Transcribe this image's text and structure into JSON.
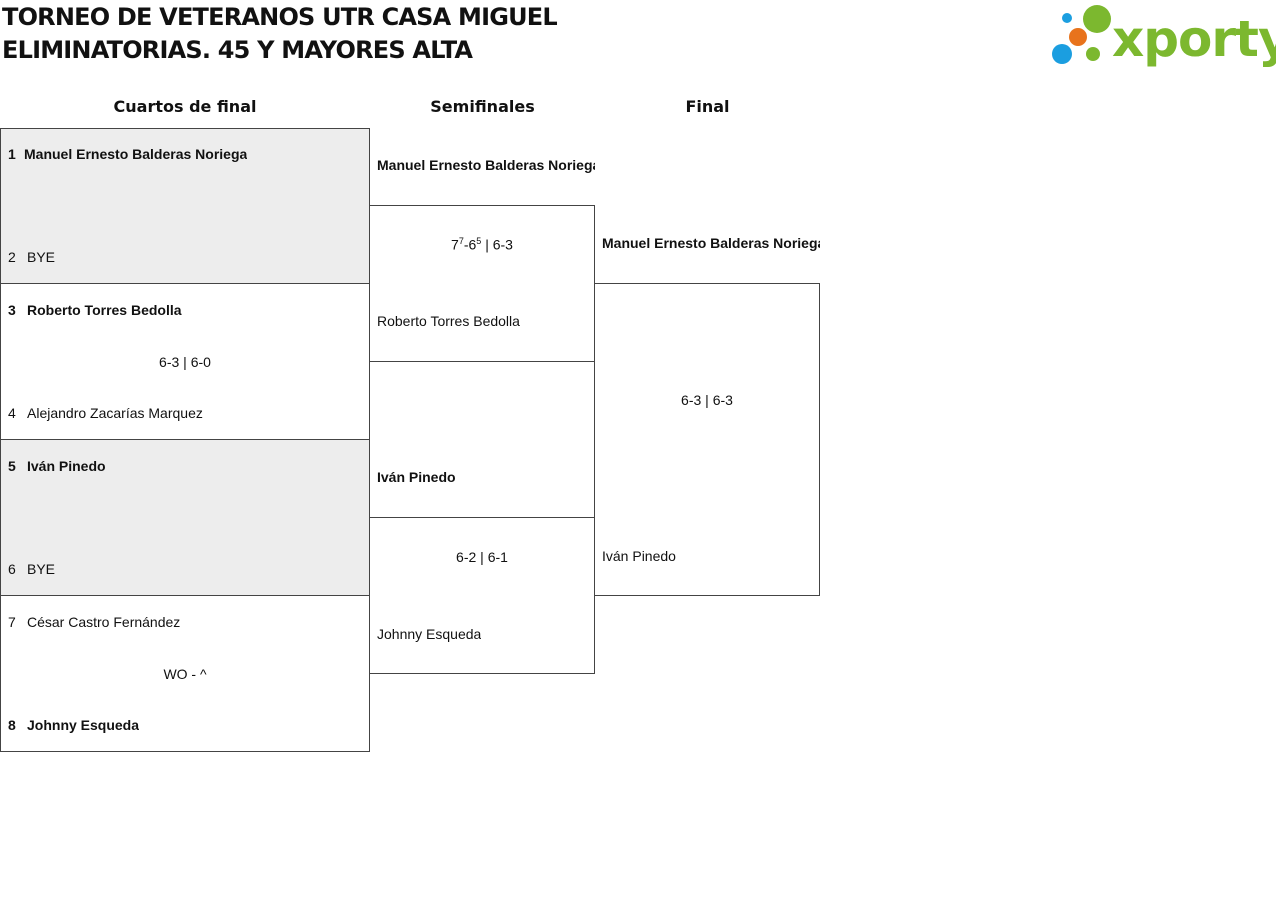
{
  "header": {
    "title_line1": "TORNEO DE VETERANOS UTR CASA MIGUEL",
    "title_line2": "ELIMINATORIAS. 45 Y MAYORES ALTA",
    "logo_text": "xporty"
  },
  "rounds": {
    "quarterfinals": "Cuartos de final",
    "semifinals": "Semifinales",
    "final": "Final"
  },
  "quarterfinals": [
    {
      "p1": {
        "seed": "1",
        "name": "Manuel Ernesto Balderas Noriega"
      },
      "p2": {
        "seed": "2",
        "name": "BYE"
      },
      "score": ""
    },
    {
      "p1": {
        "seed": "3",
        "name": "Roberto Torres Bedolla"
      },
      "p2": {
        "seed": "4",
        "name": "Alejandro Zacarías Marquez"
      },
      "score": "6-3 | 6-0"
    },
    {
      "p1": {
        "seed": "5",
        "name": "Iván Pinedo"
      },
      "p2": {
        "seed": "6",
        "name": "BYE"
      },
      "score": ""
    },
    {
      "p1": {
        "seed": "7",
        "name": "César Castro Fernández"
      },
      "p2": {
        "seed": "8",
        "name": "Johnny Esqueda"
      },
      "score": "WO - ^"
    }
  ],
  "semifinals": [
    {
      "p1": "Manuel Ernesto Balderas Noriega",
      "p2": "Roberto Torres Bedolla",
      "score": {
        "s1a": "7",
        "s1a_tb": "7",
        "s1b": "6",
        "s1b_tb": "5",
        "rest": " | 6-3"
      }
    },
    {
      "p1": "Iván Pinedo",
      "p2": "Johnny Esqueda",
      "score": "6-2 | 6-1"
    }
  ],
  "final": {
    "p1": "Manuel Ernesto Balderas Noriega",
    "p2": "Iván Pinedo",
    "score": "6-3 | 6-3"
  },
  "colors": {
    "shaded_box": "#ededed",
    "border": "#444444",
    "logo_green": "#7cb82f",
    "logo_blue": "#1b9ee0",
    "logo_orange": "#e8731c"
  }
}
